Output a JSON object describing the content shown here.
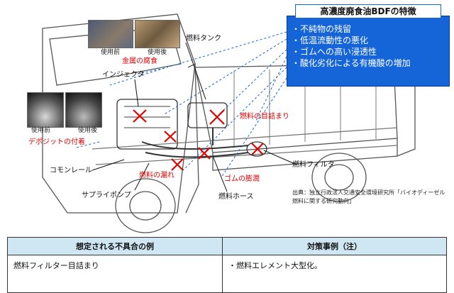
{
  "header_fragment": "",
  "bdf_box": {
    "title": "高濃度廃食油BDFの特徴",
    "items": [
      "不純物の残留",
      "低温流動性の悪化",
      "ゴムへの高い浸透性",
      "酸化劣化による有機酸の増加"
    ]
  },
  "photos": {
    "top_before": "使用前",
    "top_after": "使用後",
    "left_before": "使用前",
    "left_after": "使用後"
  },
  "labels": {
    "fuel_tank": "燃料タンク",
    "injector": "インジェクタ",
    "common_rail": "コモンレール",
    "supply_pump": "サプライポンプ",
    "fuel_hose": "燃料ホース",
    "fuel_filter": "燃料フィルタ"
  },
  "problems": {
    "metal_corrosion": "金属の腐食",
    "deposit": "デポジットの付着",
    "fuel_clog": "燃料の目詰まり",
    "fuel_leak": "燃料の漏れ",
    "rubber_swell": "ゴムの膨潤"
  },
  "source": "出典：独立行政法人交通安全環境研究所「バイオディーゼル燃料に関する研究動向」",
  "table": {
    "col1_header": "想定される不具合の例",
    "col2_header": "対策事例（注）",
    "row1_col1": "燃料フィルター目詰まり",
    "row1_col2": "・燃料エレメント大型化。"
  },
  "colors": {
    "box_blue": "#1565d8",
    "problem_red": "#e00000",
    "table_header": "#cfe6f3"
  }
}
